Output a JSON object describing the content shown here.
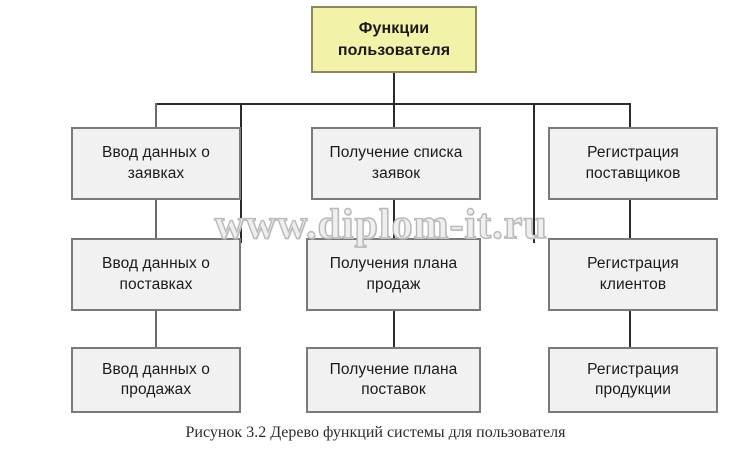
{
  "figure": {
    "caption": "Рисунок 3.2 Дерево функций системы для пользователя",
    "watermark": "www.diplom-it.ru",
    "root": {
      "label": "Функции пользователя",
      "fill": "#f2f2a8",
      "border": "#8a8a5a"
    },
    "node_fill": "#f1f1f1",
    "node_border": "#7a7a7a",
    "line_color": "#2b2b2b",
    "columns": [
      {
        "name": "column-left",
        "nodes": [
          "Ввод данных о заявках",
          "Ввод данных о поставках",
          "Ввод данных о продажах"
        ]
      },
      {
        "name": "column-middle",
        "nodes": [
          "Получение списка заявок",
          "Получения плана продаж",
          "Получение плана поставок"
        ]
      },
      {
        "name": "column-right",
        "nodes": [
          "Регистрация поставщиков",
          "Регистрация клиентов",
          "Регистрация продукции"
        ]
      }
    ]
  }
}
